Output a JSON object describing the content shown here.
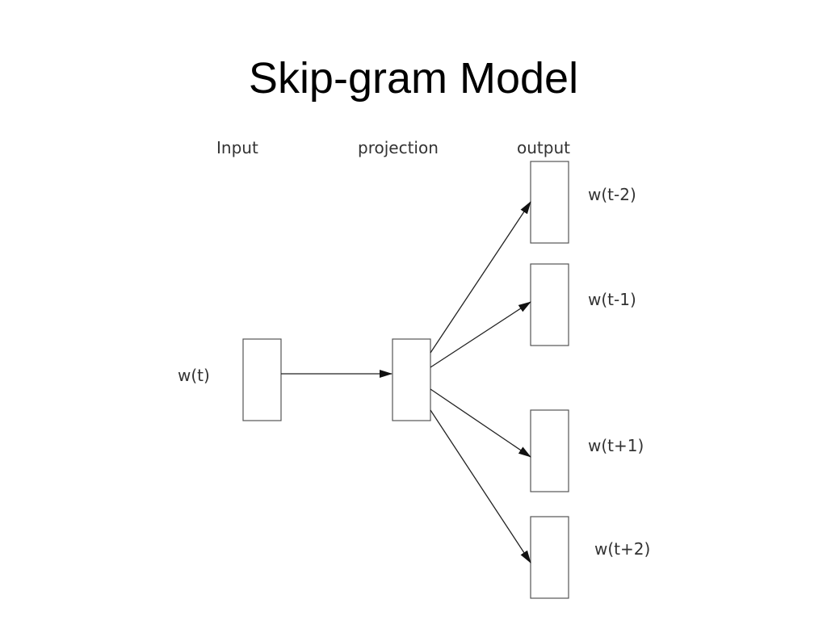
{
  "slide": {
    "title": "Skip-gram Model"
  },
  "diagram": {
    "column_headers": {
      "input": "Input",
      "projection": "projection",
      "output": "output"
    },
    "input_word": "w(t)",
    "output_words": [
      "w(t-2)",
      "w(t-1)",
      "w(t+1)",
      "w(t+2)"
    ]
  }
}
